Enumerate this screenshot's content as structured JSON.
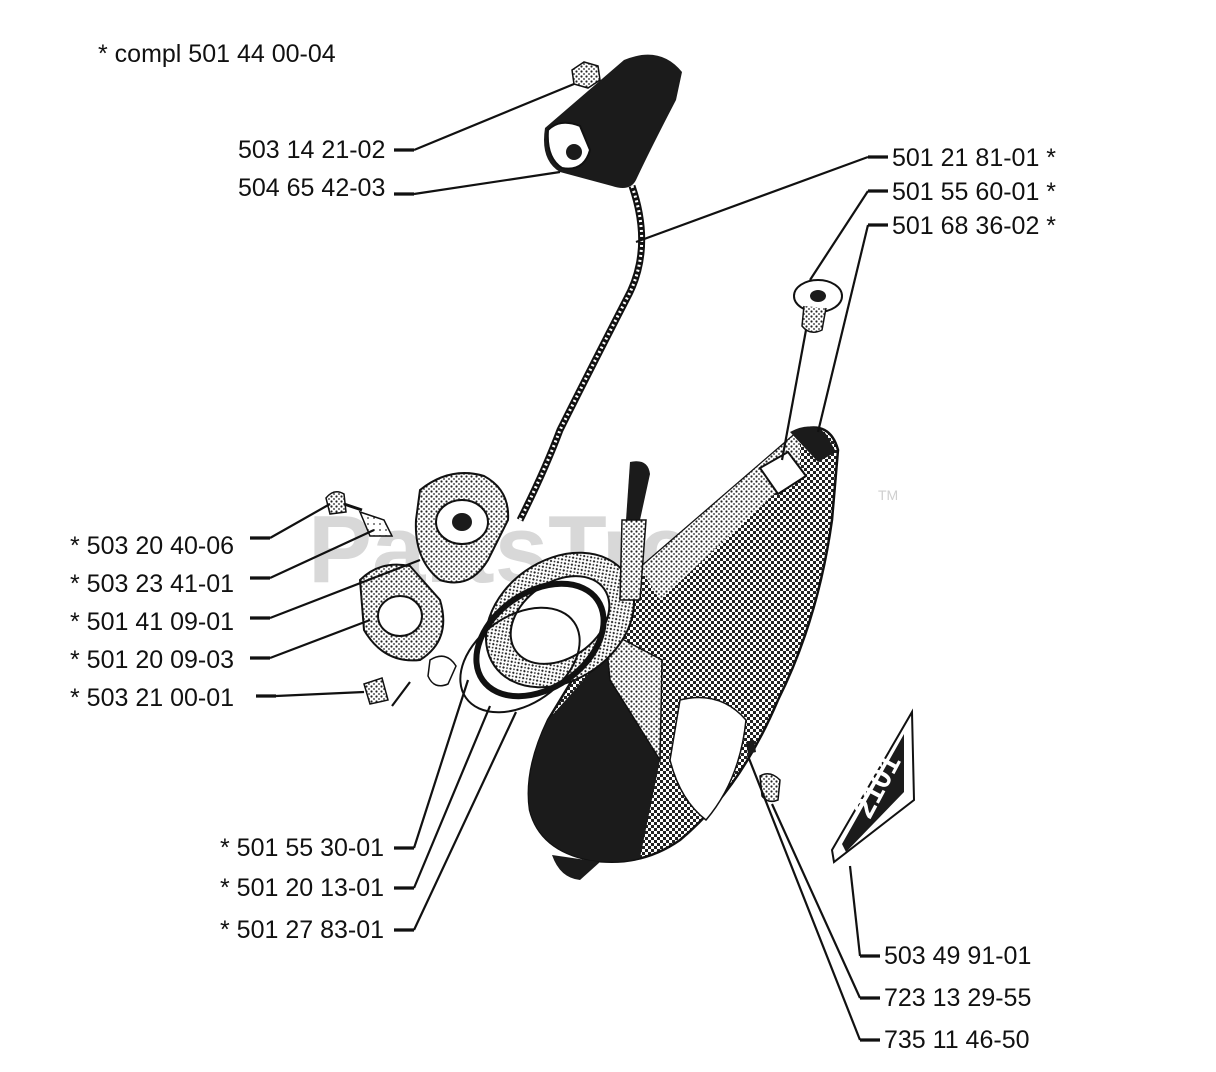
{
  "note": "*  compl 501 44 00-04",
  "watermark": {
    "text": "PartsTree",
    "tm": "TM"
  },
  "emblem_text": "2101",
  "labels": [
    {
      "id": "p-503-14-21-02",
      "text": "503 14 21-02"
    },
    {
      "id": "p-504-65-42-03",
      "text": "504 65 42-03"
    },
    {
      "id": "p-501-21-81-01",
      "text": "501 21 81-01  *"
    },
    {
      "id": "p-501-55-60-01",
      "text": "501 55 60-01  *"
    },
    {
      "id": "p-501-68-36-02",
      "text": "501 68 36-02  *"
    },
    {
      "id": "p-503-20-40-06",
      "text": "*  503 20 40-06"
    },
    {
      "id": "p-503-23-41-01",
      "text": "*  503 23 41-01"
    },
    {
      "id": "p-501-41-09-01",
      "text": "*  501 41 09-01"
    },
    {
      "id": "p-501-20-09-03",
      "text": "*  501 20 09-03"
    },
    {
      "id": "p-503-21-00-01",
      "text": "*  503 21 00-01"
    },
    {
      "id": "p-501-55-30-01",
      "text": "*  501 55 30-01"
    },
    {
      "id": "p-501-20-13-01",
      "text": "*  501 20 13-01"
    },
    {
      "id": "p-501-27-83-01",
      "text": "*  501 27 83-01"
    },
    {
      "id": "p-503-49-91-01",
      "text": "503 49 91-01"
    },
    {
      "id": "p-723-13-29-55",
      "text": "723 13 29-55"
    },
    {
      "id": "p-735-11-46-50",
      "text": "735 11 46-50"
    }
  ]
}
